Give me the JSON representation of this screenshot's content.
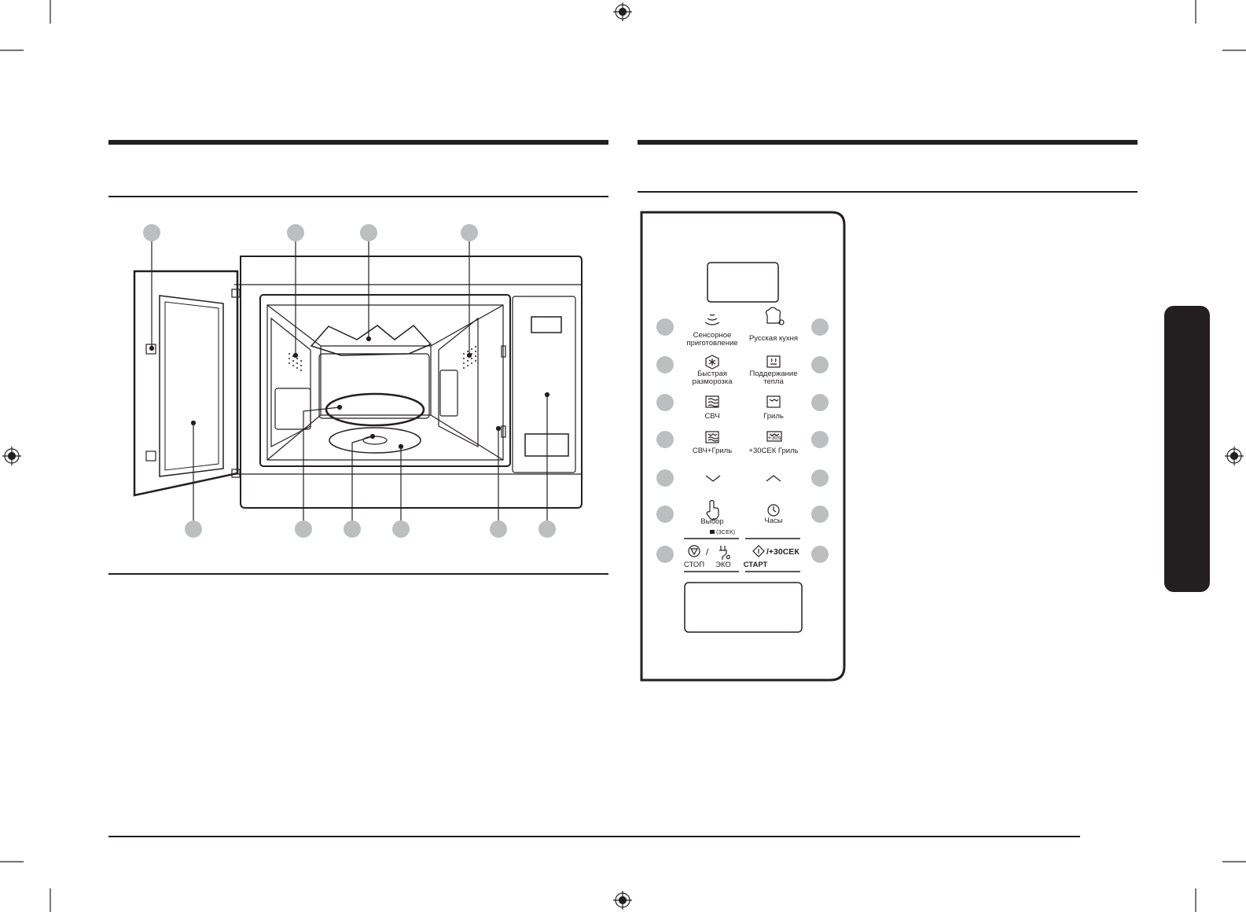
{
  "panel": {
    "labels": {
      "sensor_cook": "Сенсорное",
      "sensor_cook_2": "приготовление",
      "russian_cuisine": "Русская кухня",
      "quick_defrost": "Быстрая",
      "quick_defrost_2": "разморозка",
      "keep_warm": "Поддержание",
      "keep_warm_2": "тепла",
      "microwave": "СВЧ",
      "grill": "Гриль",
      "combi": "СВЧ+Гриль",
      "plus30_grill": "+30СЕК Гриль",
      "plus30_icon": "+30s",
      "select": "Выбор",
      "select_lock": "(3СЕК)",
      "clock": "Часы",
      "stop": "СТОП",
      "eco": "ЭКО",
      "start": "СТАРТ",
      "start_plus30": "/+30СЕК",
      "slash": "/"
    }
  },
  "colors": {
    "ink": "#231f20",
    "paper": "#ffffff"
  }
}
